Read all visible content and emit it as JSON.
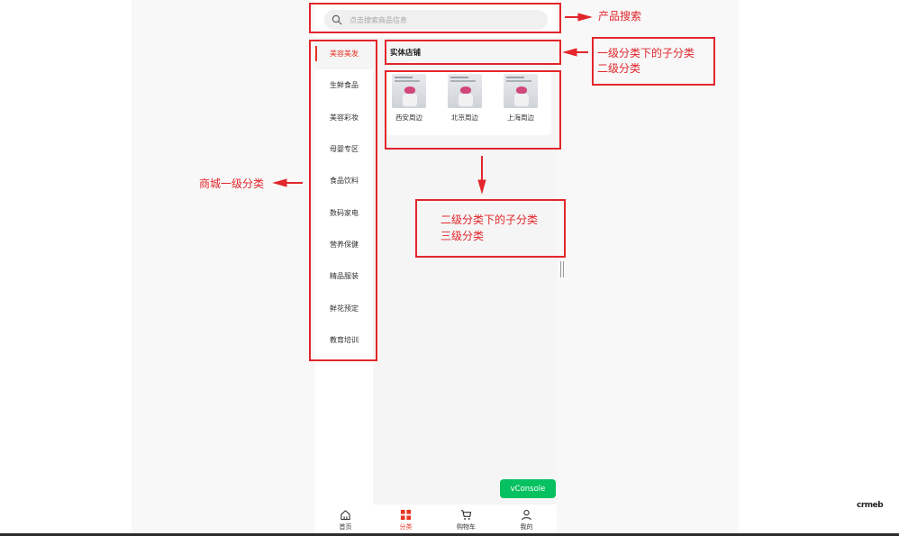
{
  "search": {
    "placeholder": "点击搜索商品信息"
  },
  "sidebar": {
    "items": [
      {
        "label": "美容美发",
        "active": true
      },
      {
        "label": "生鲜食品"
      },
      {
        "label": "美容彩妆"
      },
      {
        "label": "母婴专区"
      },
      {
        "label": "食品饮料"
      },
      {
        "label": "数码家电"
      },
      {
        "label": "营养保健"
      },
      {
        "label": "精品服装"
      },
      {
        "label": "鲜花预定"
      },
      {
        "label": "教育培训"
      }
    ]
  },
  "content": {
    "sub_title": "实体店铺",
    "items": [
      {
        "label": "西安周边"
      },
      {
        "label": "北京周边"
      },
      {
        "label": "上海周边"
      }
    ]
  },
  "vconsole": {
    "label": "vConsole"
  },
  "tabbar": {
    "items": [
      {
        "label": "首页",
        "icon": "home-icon"
      },
      {
        "label": "分类",
        "icon": "category-icon",
        "active": true
      },
      {
        "label": "购物车",
        "icon": "cart-icon"
      },
      {
        "label": "我的",
        "icon": "user-icon"
      }
    ]
  },
  "annotations": {
    "search": "产品搜索",
    "level1_line1": "一级分类下的子分类",
    "level1_line2": "二级分类",
    "mall": "商城一级分类",
    "level2_line1": "二级分类下的子分类",
    "level2_line2": "三级分类"
  },
  "brand": {
    "logo_text": "crmeb"
  },
  "colors": {
    "accent": "#e93323",
    "annotation": "#e2262b",
    "vconsole": "#07c160"
  }
}
